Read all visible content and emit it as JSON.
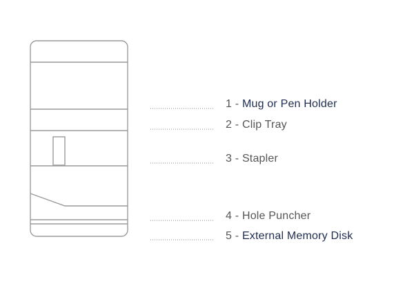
{
  "labels": [
    {
      "number": "1 -",
      "name": "Mug or Pen Holder",
      "emphasis": true
    },
    {
      "number": "2 -",
      "name": "Clip Tray",
      "emphasis": false
    },
    {
      "number": "3 -",
      "name": "Stapler",
      "emphasis": false
    },
    {
      "number": "4 -",
      "name": "Hole Puncher",
      "emphasis": false
    },
    {
      "number": "5 -",
      "name": "External Memory Disk",
      "emphasis": true
    }
  ],
  "colors": {
    "outline": "#9a9a9a",
    "label_text": "#555555",
    "emphasis_text": "#1d2b4f"
  }
}
